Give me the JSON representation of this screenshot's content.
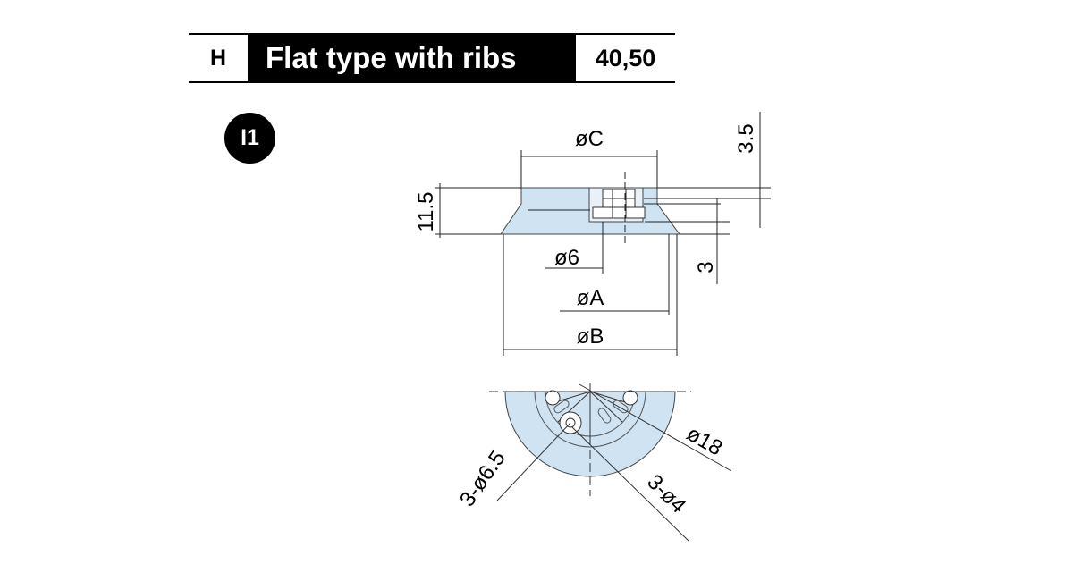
{
  "header": {
    "type_code": "H",
    "type_name": "Flat type with ribs",
    "sizes": "40,50"
  },
  "badge": {
    "label": "I1"
  },
  "dimensions": {
    "phi_c": "øC",
    "top_thickness": "3.5",
    "overall_height": "11.5",
    "phi_6": "ø6",
    "lip_height": "3",
    "phi_a": "øA",
    "phi_b": "øB",
    "phi_18": "ø18",
    "holes_small": "3-ø6.5",
    "holes_tiny": "3-ø4"
  },
  "colors": {
    "pad_fill": "#cfe3f2",
    "line": "#222222"
  }
}
